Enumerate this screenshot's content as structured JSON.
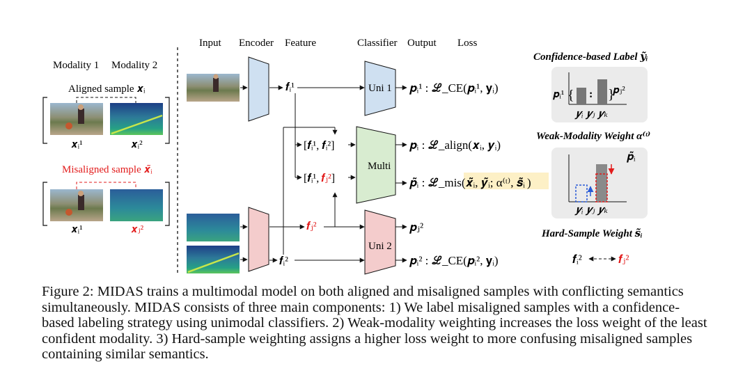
{
  "headers": {
    "input": "Input",
    "encoder": "Encoder",
    "feature": "Feature",
    "classifier": "Classifier",
    "output": "Output",
    "loss": "Loss"
  },
  "left": {
    "modality1": "Modality 1",
    "modality2": "Modality 2",
    "aligned_label": "Aligned sample 𝒙ᵢ",
    "misaligned_label": "Misaligned sample 𝒙̃ᵢ",
    "x_i1": "𝒙ᵢ¹",
    "x_i2": "𝒙ᵢ²",
    "x_i1_mis": "𝒙ᵢ¹",
    "x_j2_mis": "𝒙ⱼ²"
  },
  "features": {
    "f_i1": "𝒇ᵢ¹",
    "f_i2": "𝒇ᵢ²",
    "f_j2": "𝒇ⱼ²",
    "concat_aligned": "[𝒇ᵢ¹, 𝒇ᵢ²]",
    "concat_mis_open": "[𝒇ᵢ¹,",
    "concat_mis_red": "𝒇ⱼ²",
    "concat_mis_close": "]"
  },
  "classifiers": {
    "uni1": "Uni 1",
    "multi": "Multi",
    "uni2": "Uni 2"
  },
  "outputs": {
    "out1": "𝒑ᵢ¹ : ℒ_CE(𝒑ᵢ¹, 𝐲ᵢ)",
    "out_align": "𝒑ᵢ : ℒ_align(𝒙ᵢ, 𝒚ᵢ)",
    "out_mis_head": "𝒑̃ᵢ : ℒ_mis(𝒙̃ᵢ,",
    "out_mis_hl": "𝒚̃ᵢ; α⁽ᵗ⁾, 𝒔̃ᵢ",
    "out_mis_tail": ")",
    "out_pj2": "𝒑ⱼ²",
    "out2": "𝒑ᵢ² : ℒ_CE(𝒑ᵢ², 𝐲ᵢ)"
  },
  "panels": {
    "conf_title": "Confidence-based Label 𝒚̃ᵢ",
    "conf_p1": "𝒑ᵢ¹",
    "conf_p2": "𝒑ⱼ²",
    "conf_bracket_open": "{",
    "conf_colon": ":",
    "conf_y": "𝒚ᵢ  𝒚ⱼ  𝒚ₖ",
    "weak_title": "Weak-Modality Weight α⁽ᵗ⁾",
    "weak_p": "𝒑̃ᵢ",
    "weak_y": "𝒚ᵢ  𝒚ⱼ  𝒚ₖ",
    "hard_title": "Hard-Sample Weight 𝒔̃ᵢ",
    "hard_left": "𝒇ᵢ²",
    "hard_right": "𝒇ⱼ²"
  },
  "caption": "Figure 2: MIDAS trains a multimodal model on both aligned and misaligned samples with conflicting semantics simultaneously. MIDAS consists of three main components: 1) We label misaligned samples with a confidence-based labeling strategy using unimodal classifiers. 2) Weak-modality weighting increases the loss weight of the least confident modality. 3) Hard-sample weighting assigns a higher loss weight to more confusing misaligned samples containing similar semantics.",
  "colors": {
    "encoder1": "#cfe0f1",
    "encoder2": "#f4cccc",
    "uni1": "#cfe0f1",
    "multi": "#d8ecd0",
    "uni2": "#f4cccc",
    "highlight": "#fdf0c6",
    "panel_bg": "#ebebeb",
    "red": "#e21b1b",
    "blue": "#2a5bd7"
  }
}
